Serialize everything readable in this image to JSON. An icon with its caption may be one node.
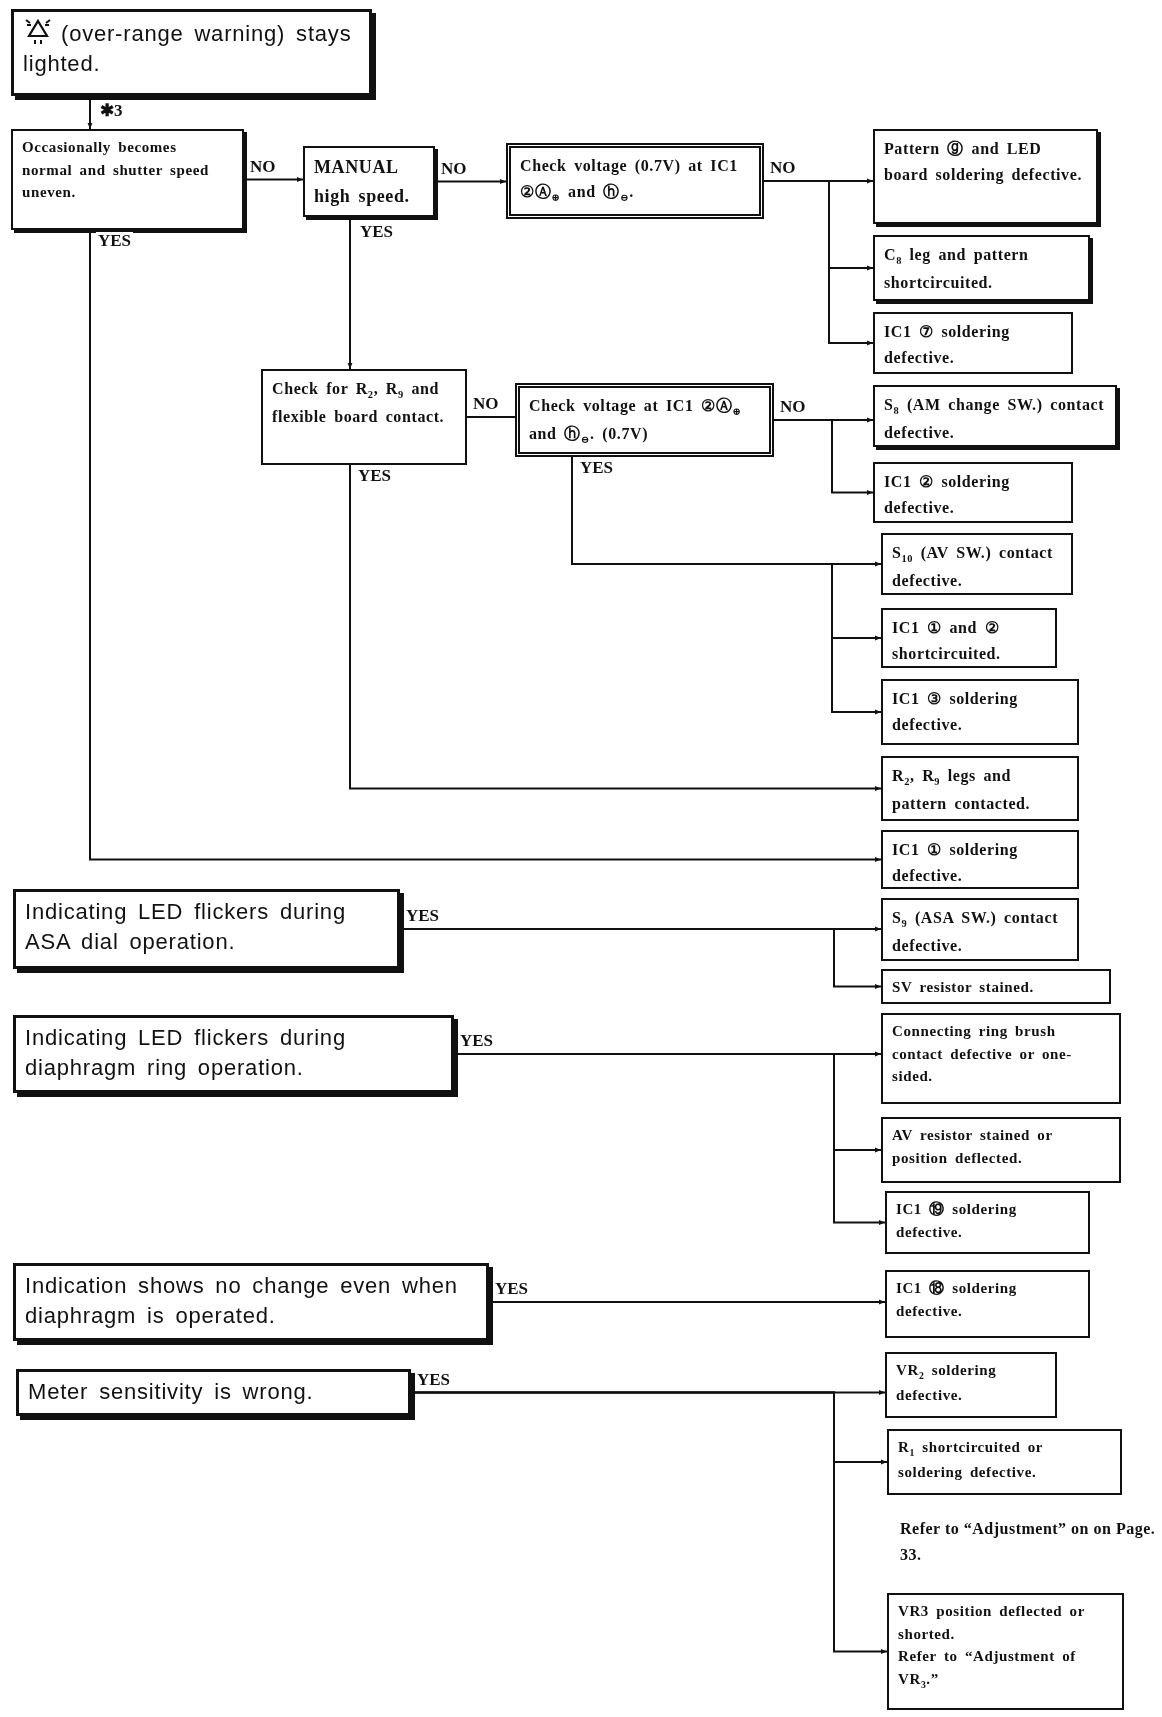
{
  "diagram": {
    "nodes": [
      {
        "text": [
          "(over-range warning) stays lighted."
        ]
      },
      {
        "text": [
          "Occasionally becomes normal and shutter speed uneven."
        ]
      },
      {
        "text": [
          "MANUAL high speed."
        ]
      },
      {
        "text": [
          "Check voltage (0.7V) at IC1 ②Ⓐ$_{⊕}$ and ⓗ$_{⊖}$."
        ]
      },
      {
        "text": [
          "Pattern ⓖ and LED board soldering defective."
        ]
      },
      {
        "text": [
          "C$_{8}$ leg and pattern shortcircuited."
        ]
      },
      {
        "text": [
          "IC1 ⑦ soldering defective."
        ]
      },
      {
        "text": [
          "Check for R$_{2}$, R$_{9}$ and flexible board contact."
        ]
      },
      {
        "text": [
          "Check voltage at IC1 ②Ⓐ$_{⊕}$ and ⓗ$_{⊖}$. (0.7V)"
        ]
      },
      {
        "text": [
          "S$_{8}$ (AM change SW.) contact defective."
        ]
      },
      {
        "text": [
          "IC1 ② soldering defective."
        ]
      },
      {
        "text": [
          "S$_{10}$ (AV SW.) contact defective."
        ]
      },
      {
        "text": [
          "IC1 ① and ② shortcircuited."
        ]
      },
      {
        "text": [
          "IC1 ③ soldering defective."
        ]
      },
      {
        "text": [
          "R$_{2}$, R$_{9}$ legs and pattern contacted."
        ]
      },
      {
        "text": [
          "IC1 ① soldering defective."
        ]
      },
      {
        "text": [
          "Indicating LED flickers during ASA dial operation."
        ]
      },
      {
        "text": [
          "S$_{9}$ (ASA SW.) contact defective."
        ]
      },
      {
        "text": [
          "SV resistor stained."
        ]
      },
      {
        "text": [
          "Indicating LED flickers during diaphragm ring operation."
        ]
      },
      {
        "text": [
          "Connecting ring brush contact defective or one-sided."
        ]
      },
      {
        "text": [
          "AV resistor stained or position deflected."
        ]
      },
      {
        "text": [
          "IC1 ⑲ soldering defective."
        ]
      },
      {
        "text": [
          "Indication shows no change even when diaphragm is operated."
        ]
      },
      {
        "text": [
          "IC1 ⑱ soldering defective."
        ]
      },
      {
        "text": [
          "Meter sensitivity is wrong."
        ]
      },
      {
        "text": [
          "VR$_{2}$ soldering defective."
        ]
      },
      {
        "text": [
          "R$_{1}$ shortcircuited or soldering defective."
        ]
      },
      {
        "text": [
          "VR3 position deflected or shorted.",
          "Refer to “Adjustment of VR$_{3}$.”"
        ]
      }
    ],
    "edges": [
      {
        "from": 0,
        "to": 1,
        "arrow": "to",
        "label": "✱3"
      },
      {
        "from": 1,
        "to": 2,
        "arrow": "to",
        "label": "NO"
      },
      {
        "from": 2,
        "to": 3,
        "arrow": "to",
        "label": "NO"
      },
      {
        "from": 3,
        "to": 4,
        "arrow": "to",
        "label": "NO"
      },
      {
        "from": 3,
        "to": 5,
        "arrow": "to"
      },
      {
        "from": 3,
        "to": 6,
        "arrow": "to"
      },
      {
        "from": 2,
        "to": 7,
        "arrow": "to",
        "label": "YES"
      },
      {
        "from": 7,
        "to": 8,
        "arrow": "none",
        "label": "NO"
      },
      {
        "from": 8,
        "to": 9,
        "arrow": "to",
        "label": "NO"
      },
      {
        "from": 8,
        "to": 10,
        "arrow": "to"
      },
      {
        "from": 8,
        "to": 11,
        "arrow": "to",
        "label": "YES"
      },
      {
        "from": 8,
        "to": 12,
        "arrow": "to"
      },
      {
        "from": 8,
        "to": 13,
        "arrow": "to"
      },
      {
        "from": 7,
        "to": 14,
        "arrow": "to",
        "label": "YES"
      },
      {
        "from": 1,
        "to": 15,
        "arrow": "to",
        "label": "YES"
      },
      {
        "from": 16,
        "to": 17,
        "arrow": "to",
        "label": "YES"
      },
      {
        "from": 16,
        "to": 18,
        "arrow": "to"
      },
      {
        "from": 19,
        "to": 20,
        "arrow": "to",
        "label": "YES"
      },
      {
        "from": 19,
        "to": 21,
        "arrow": "to"
      },
      {
        "from": 19,
        "to": 22,
        "arrow": "to"
      },
      {
        "from": 23,
        "to": 24,
        "arrow": "to",
        "label": "YES"
      },
      {
        "from": 25,
        "to": 26,
        "arrow": "to",
        "label": "YES"
      },
      {
        "from": 25,
        "to": 27,
        "arrow": "to"
      },
      {
        "from": 25,
        "to": 28,
        "arrow": "to"
      }
    ],
    "labels": [
      "Refer to “Adjustment” on on Page. 33."
    ]
  }
}
